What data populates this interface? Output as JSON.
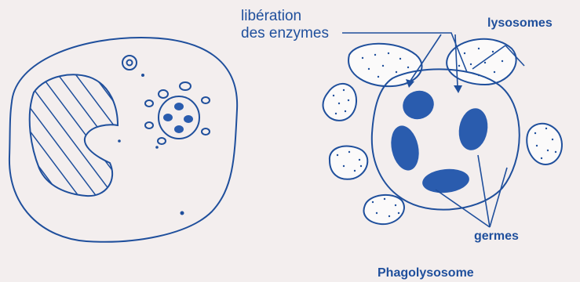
{
  "labels": {
    "enzyme_release_line1": "libération",
    "enzyme_release_line2": "des enzymes",
    "lysosomes": "lysosomes",
    "germes": "germes",
    "phagolysosome": "Phagolysosome"
  },
  "colors": {
    "ink": "#1f4f9c",
    "germ_fill": "#2a5cae",
    "lysosome_fill": "#fbfafa",
    "background": "#f3eeee"
  }
}
